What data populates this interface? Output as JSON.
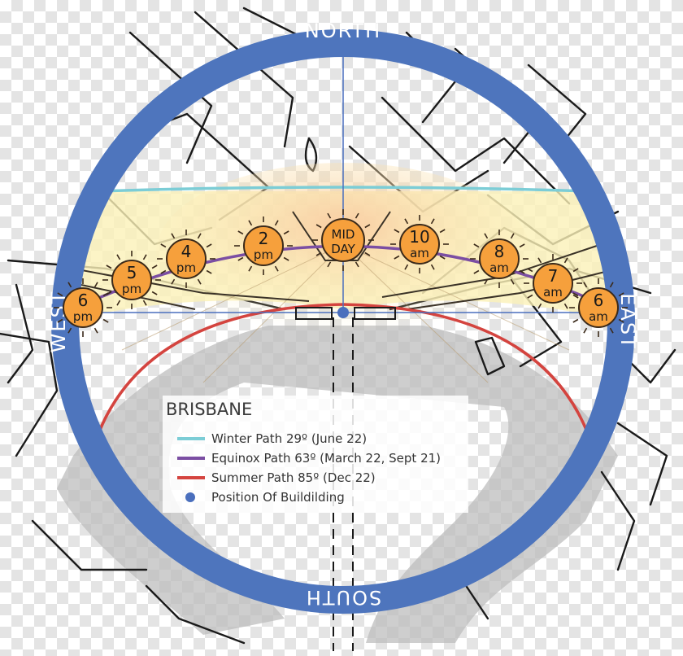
{
  "compass": {
    "north": "NORTH",
    "south": "SOUTH",
    "east": "EAST",
    "west": "WEST"
  },
  "suns": [
    {
      "id": "6am",
      "line1": "6",
      "line2": "am"
    },
    {
      "id": "7am",
      "line1": "7",
      "line2": "am"
    },
    {
      "id": "8am",
      "line1": "8",
      "line2": "am"
    },
    {
      "id": "10am",
      "line1": "10",
      "line2": "am"
    },
    {
      "id": "midday",
      "line1": "MID",
      "line2": "DAY"
    },
    {
      "id": "2pm",
      "line1": "2",
      "line2": "pm"
    },
    {
      "id": "4pm",
      "line1": "4",
      "line2": "pm"
    },
    {
      "id": "5pm",
      "line1": "5",
      "line2": "pm"
    },
    {
      "id": "6pm",
      "line1": "6",
      "line2": "pm"
    }
  ],
  "legend": {
    "title": "BRISBANE",
    "items": [
      {
        "label": "Winter Path 29º (June 22)",
        "color": "#7ccdd6",
        "marker": "line"
      },
      {
        "label": "Equinox Path 63º (March 22, Sept 21)",
        "color": "#7b4ea3",
        "marker": "line"
      },
      {
        "label": "Summer Path 85º (Dec 22)",
        "color": "#d4443f",
        "marker": "line"
      },
      {
        "label": "Position Of Buildilding",
        "color": "#4a6fbd",
        "marker": "dot"
      }
    ]
  },
  "colors": {
    "ring": "#4e75bd",
    "sun_fill": "#f6a03c",
    "sun_stroke": "#3b2a1a",
    "band": "#fbf1b8"
  }
}
